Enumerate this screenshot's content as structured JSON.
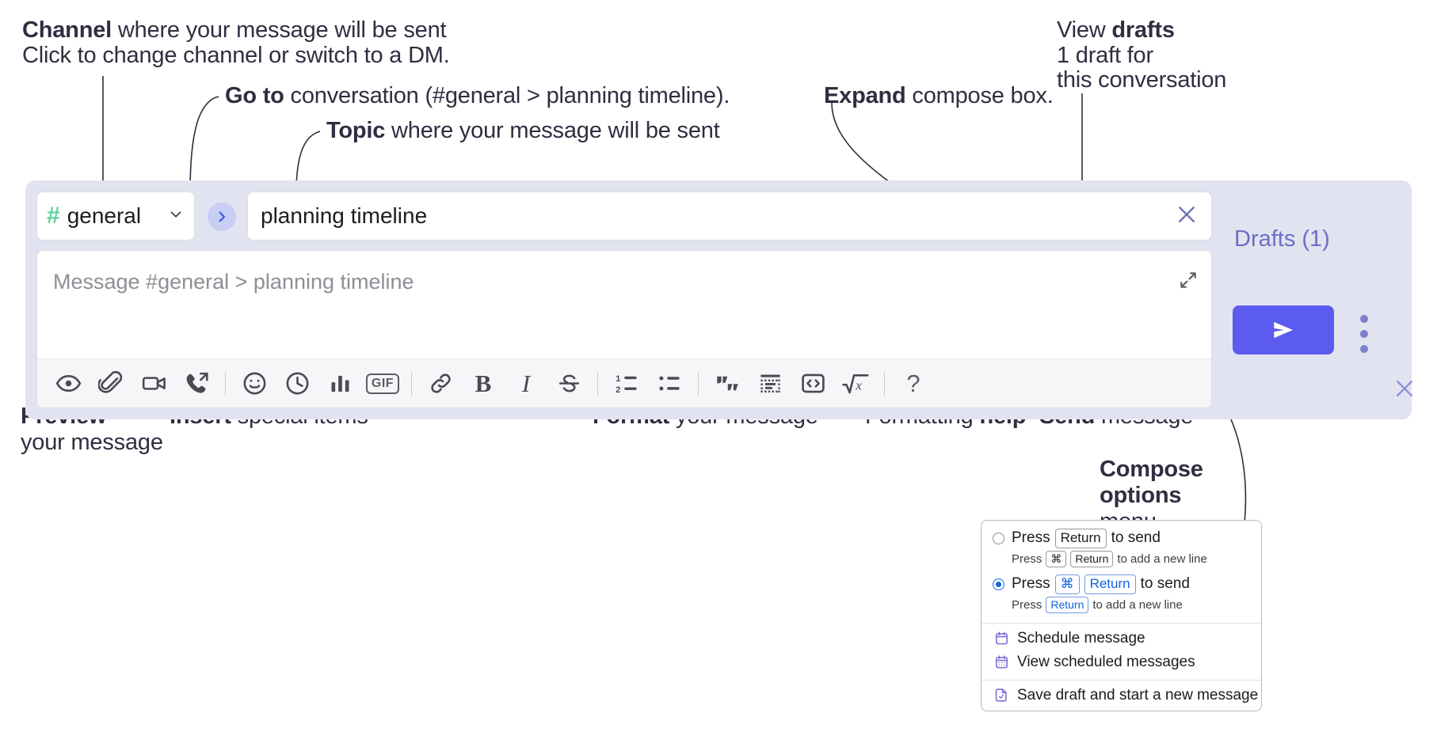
{
  "annotations": {
    "channel": {
      "bold": "Channel",
      "rest": " where your message will be sent",
      "sub": "Click to change channel or switch to a DM."
    },
    "goto": {
      "bold": "Go to",
      "rest": " conversation (#general > planning timeline)."
    },
    "topic": {
      "bold": "Topic",
      "rest": " where your message will be sent"
    },
    "expand": {
      "bold": "Expand",
      "rest": " compose box."
    },
    "drafts": {
      "line1_normal": "View ",
      "line1_bold": "drafts",
      "line2": "1 draft for",
      "line3": "this conversation"
    },
    "preview": {
      "bold": "Preview",
      "line2": "your message"
    },
    "insert": {
      "bold": "Insert",
      "rest": " special items"
    },
    "format": {
      "bold": "Format",
      "rest": " your message"
    },
    "help": {
      "normal": "Formatting ",
      "bold": "help"
    },
    "send": {
      "bold": "Send",
      "rest": " message"
    },
    "compose_options": {
      "line1": "Compose",
      "line2": "options",
      "line3": "menu"
    }
  },
  "compose": {
    "channel_name": "general",
    "hash_symbol": "#",
    "topic_value": "planning timeline",
    "message_placeholder": "Message #general > planning timeline",
    "drafts_label": "Drafts (1)",
    "toolbar": [
      {
        "name": "preview-icon",
        "label": "Preview"
      },
      {
        "name": "attachment-icon",
        "label": "Attach file"
      },
      {
        "name": "video-icon",
        "label": "Record video clip"
      },
      {
        "name": "audio-call-icon",
        "label": "Record audio clip"
      },
      {
        "name": "separator",
        "label": ""
      },
      {
        "name": "emoji-icon",
        "label": "Emoji"
      },
      {
        "name": "clock-icon",
        "label": "Reminder"
      },
      {
        "name": "poll-icon",
        "label": "Poll"
      },
      {
        "name": "gif-icon",
        "label": "GIF"
      },
      {
        "name": "separator",
        "label": ""
      },
      {
        "name": "link-icon",
        "label": "Link"
      },
      {
        "name": "bold-icon",
        "label": "B"
      },
      {
        "name": "italic-icon",
        "label": "I"
      },
      {
        "name": "strikethrough-icon",
        "label": "Strikethrough"
      },
      {
        "name": "separator",
        "label": ""
      },
      {
        "name": "ordered-list-icon",
        "label": "Ordered list"
      },
      {
        "name": "bulleted-list-icon",
        "label": "Bulleted list"
      },
      {
        "name": "separator",
        "label": ""
      },
      {
        "name": "blockquote-icon",
        "label": "Blockquote"
      },
      {
        "name": "code-block-icon",
        "label": "Code block"
      },
      {
        "name": "code-icon",
        "label": "Code"
      },
      {
        "name": "math-icon",
        "label": "Math"
      },
      {
        "name": "separator",
        "label": ""
      },
      {
        "name": "help-icon",
        "label": "?"
      }
    ]
  },
  "popup": {
    "option1": {
      "main_prefix": "Press",
      "main_key": "Return",
      "main_suffix": "to send",
      "sub_prefix": "Press",
      "sub_key1": "⌘",
      "sub_key2": "Return",
      "sub_suffix": "to add a new line",
      "selected": false
    },
    "option2": {
      "main_prefix": "Press",
      "main_key1": "⌘",
      "main_key2": "Return",
      "main_suffix": "to send",
      "sub_prefix": "Press",
      "sub_key": "Return",
      "sub_suffix": "to add a new line",
      "selected": true
    },
    "menu_items": [
      {
        "icon": "calendar-icon",
        "label": "Schedule message"
      },
      {
        "icon": "calendar-grid-icon",
        "label": "View scheduled messages"
      },
      {
        "icon": "save-draft-icon",
        "label": "Save draft and start a new message"
      }
    ]
  },
  "colors": {
    "accent": "#5b5bef",
    "compose_bg": "#e2e3f0",
    "hash_green": "#5fd39a",
    "drafts_text": "#6a6ec7",
    "radio_blue": "#1264e0",
    "icon_purple": "#7b7fcc"
  }
}
